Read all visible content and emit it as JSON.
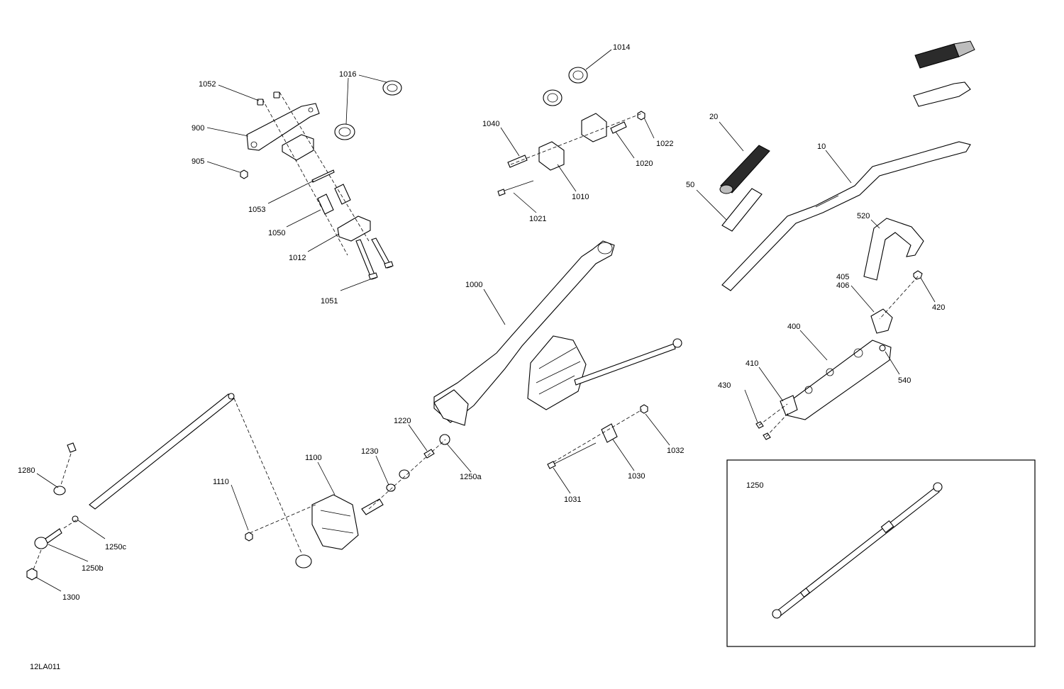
{
  "diagram_id": "12LA011",
  "inset": {
    "label": "1250"
  },
  "callouts": [
    {
      "id": "1052",
      "text": "1052"
    },
    {
      "id": "1016",
      "text": "1016"
    },
    {
      "id": "900",
      "text": "900"
    },
    {
      "id": "905",
      "text": "905"
    },
    {
      "id": "1053",
      "text": "1053"
    },
    {
      "id": "1050",
      "text": "1050"
    },
    {
      "id": "1012",
      "text": "1012"
    },
    {
      "id": "1051",
      "text": "1051"
    },
    {
      "id": "1014",
      "text": "1014"
    },
    {
      "id": "1040",
      "text": "1040"
    },
    {
      "id": "1022",
      "text": "1022"
    },
    {
      "id": "1020",
      "text": "1020"
    },
    {
      "id": "1010",
      "text": "1010"
    },
    {
      "id": "1021",
      "text": "1021"
    },
    {
      "id": "20",
      "text": "20"
    },
    {
      "id": "10",
      "text": "10"
    },
    {
      "id": "50",
      "text": "50"
    },
    {
      "id": "520",
      "text": "520"
    },
    {
      "id": "405",
      "text": "405"
    },
    {
      "id": "406",
      "text": "406"
    },
    {
      "id": "420",
      "text": "420"
    },
    {
      "id": "400",
      "text": "400"
    },
    {
      "id": "410",
      "text": "410"
    },
    {
      "id": "540",
      "text": "540"
    },
    {
      "id": "430",
      "text": "430"
    },
    {
      "id": "1000",
      "text": "1000"
    },
    {
      "id": "1220",
      "text": "1220"
    },
    {
      "id": "1230",
      "text": "1230"
    },
    {
      "id": "1250a",
      "text": "1250a"
    },
    {
      "id": "1100",
      "text": "1100"
    },
    {
      "id": "1110",
      "text": "1110"
    },
    {
      "id": "1280",
      "text": "1280"
    },
    {
      "id": "1250c",
      "text": "1250c"
    },
    {
      "id": "1250b",
      "text": "1250b"
    },
    {
      "id": "1300",
      "text": "1300"
    },
    {
      "id": "1032",
      "text": "1032"
    },
    {
      "id": "1030",
      "text": "1030"
    },
    {
      "id": "1031",
      "text": "1031"
    }
  ]
}
